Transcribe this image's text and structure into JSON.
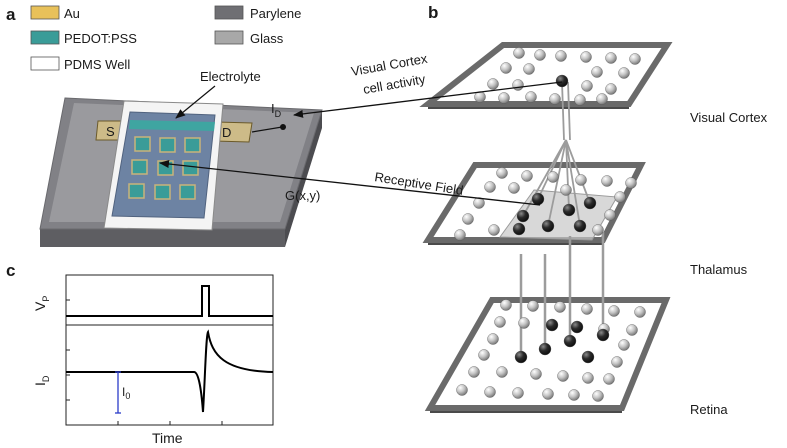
{
  "panels": {
    "a": "a",
    "b": "b",
    "c": "c"
  },
  "legend": [
    {
      "label": "Au",
      "color": "#e8c15a"
    },
    {
      "label": "PEDOT:PSS",
      "color": "#3a9c98"
    },
    {
      "label": "PDMS Well",
      "color": "#ffffff"
    },
    {
      "label": "Parylene",
      "color": "#6f6f73"
    },
    {
      "label": "Glass",
      "color": "#a8a8a8"
    }
  ],
  "device": {
    "electrolyte": "Electrolyte",
    "source": "S",
    "drain": "D",
    "current_main": "I",
    "current_sub": "D",
    "g_label": "G(x,y)"
  },
  "brain": {
    "visual_cortex_line1": "Visual Cortex",
    "visual_cortex_line2": "cell activity",
    "receptive_field": "Receptive Field",
    "layers": [
      "Visual Cortex",
      "Thalamus",
      "Retina"
    ]
  },
  "signals": {
    "vp_main": "V",
    "vp_sub": "P",
    "id_main": "I",
    "id_sub": "D",
    "i0_main": "I",
    "i0_sub": "0",
    "time_label": "Time"
  }
}
